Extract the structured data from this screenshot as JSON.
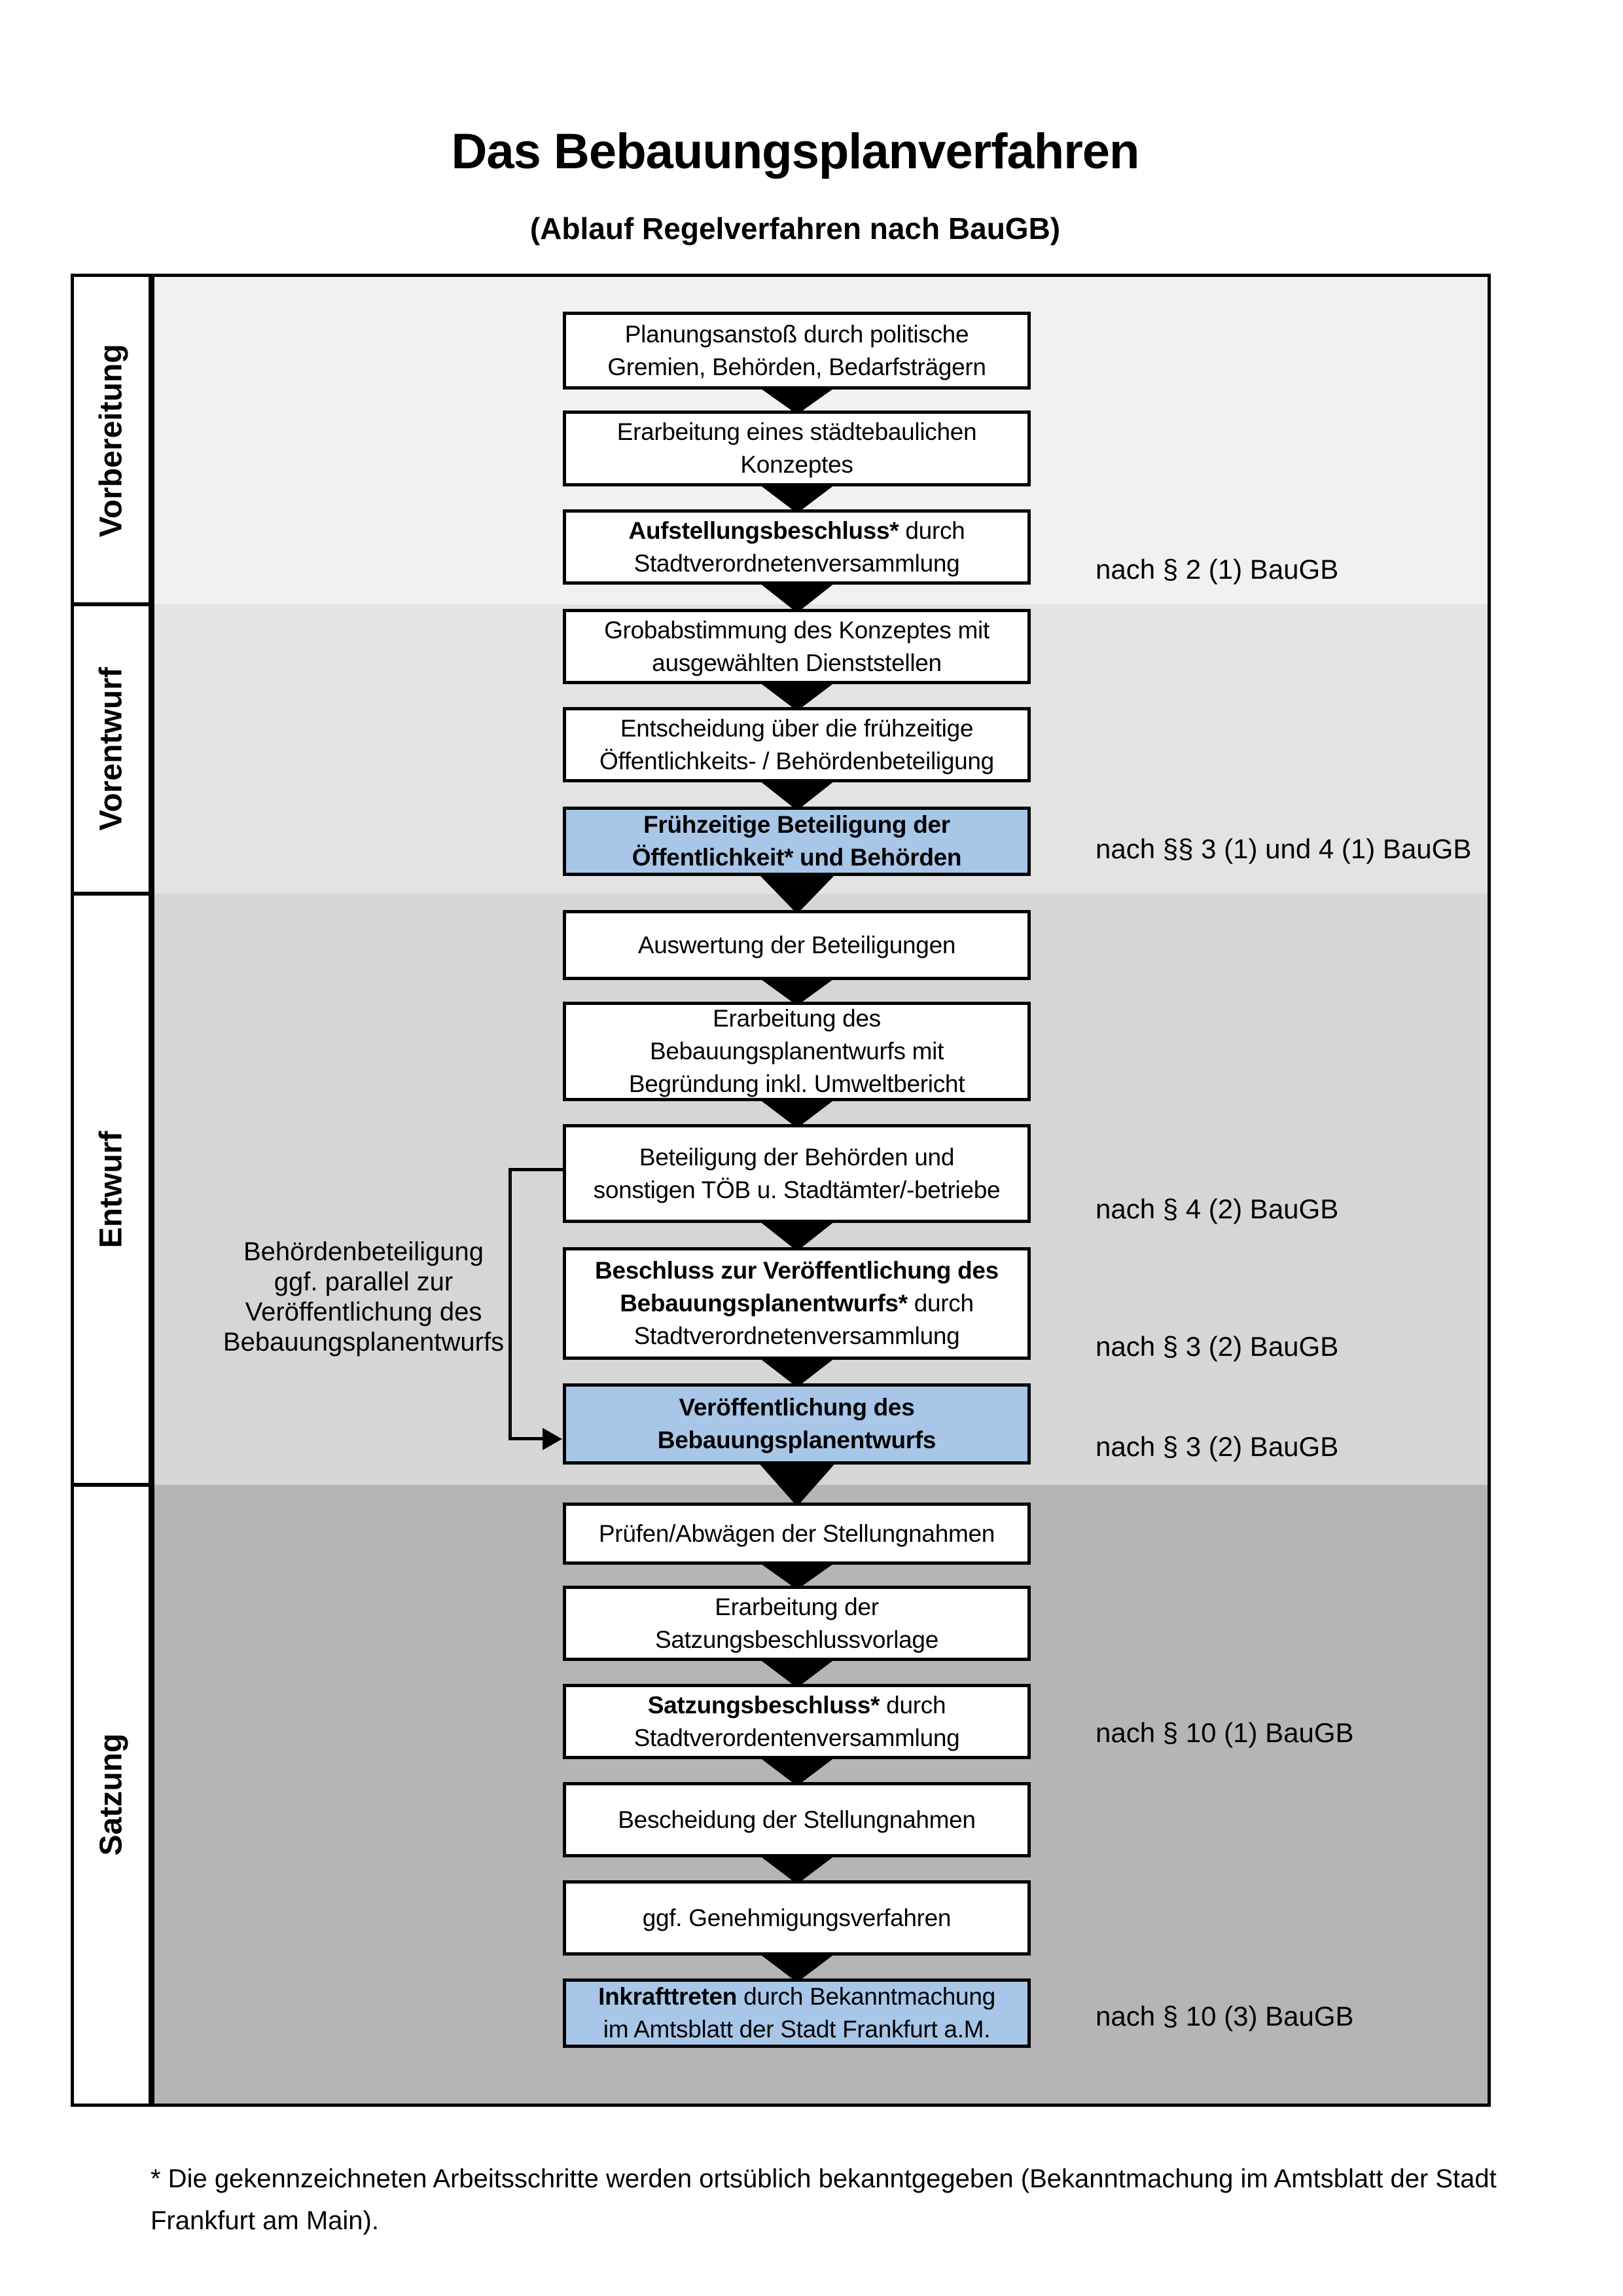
{
  "title": "Das Bebauungsplanverfahren",
  "subtitle": "(Ablauf Regelverfahren nach BauGB)",
  "highlight_color": "#a8c6e8",
  "phases": [
    {
      "label": "Vorbereitung",
      "bg": "#f1f1f1"
    },
    {
      "label": "Vorentwurf",
      "bg": "#e3e3e3"
    },
    {
      "label": "Entwurf",
      "bg": "#d6d6d6"
    },
    {
      "label": "Satzung",
      "bg": "#b5b5b5"
    }
  ],
  "steps": [
    {
      "id": "planungsanstoss",
      "highlight": false,
      "note": "",
      "lines": [
        [
          {
            "t": "Planungsanstoß durch politische",
            "b": false
          }
        ],
        [
          {
            "t": "Gremien, Behörden, Bedarfsträgern",
            "b": false
          }
        ]
      ]
    },
    {
      "id": "staedtebauliches-konzept",
      "highlight": false,
      "note": "",
      "lines": [
        [
          {
            "t": "Erarbeitung eines städtebaulichen",
            "b": false
          }
        ],
        [
          {
            "t": "Konzeptes",
            "b": false
          }
        ]
      ]
    },
    {
      "id": "aufstellungsbeschluss",
      "highlight": false,
      "note": "nach § 2 (1) BauGB",
      "lines": [
        [
          {
            "t": "Aufstellungsbeschluss*",
            "b": true
          },
          {
            "t": " durch",
            "b": false
          }
        ],
        [
          {
            "t": "Stadtverordnetenversammlung",
            "b": false
          }
        ]
      ]
    },
    {
      "id": "grobabstimmung",
      "highlight": false,
      "note": "",
      "lines": [
        [
          {
            "t": "Grobabstimmung des Konzeptes mit",
            "b": false
          }
        ],
        [
          {
            "t": "ausgewählten Dienststellen",
            "b": false
          }
        ]
      ]
    },
    {
      "id": "entscheidung-beteiligung",
      "highlight": false,
      "note": "",
      "lines": [
        [
          {
            "t": "Entscheidung über die frühzeitige",
            "b": false
          }
        ],
        [
          {
            "t": "Öffentlichkeits- / Behördenbeteiligung",
            "b": false
          }
        ]
      ]
    },
    {
      "id": "fruehzeitige-beteiligung",
      "highlight": true,
      "note": "nach §§ 3 (1) und 4 (1) BauGB",
      "lines": [
        [
          {
            "t": "Frühzeitige Beteiligung der",
            "b": true
          }
        ],
        [
          {
            "t": "Öffentlichkeit* und Behörden",
            "b": true
          }
        ]
      ]
    },
    {
      "id": "auswertung-beteiligungen",
      "highlight": false,
      "note": "",
      "lines": [
        [
          {
            "t": "Auswertung der Beteiligungen",
            "b": false
          }
        ]
      ]
    },
    {
      "id": "erarbeitung-bebauungsplanentwurf",
      "highlight": false,
      "note": "",
      "lines": [
        [
          {
            "t": "Erarbeitung des",
            "b": false
          }
        ],
        [
          {
            "t": "Bebauungsplanentwurfs mit",
            "b": false
          }
        ],
        [
          {
            "t": "Begründung inkl. Umweltbericht",
            "b": false
          }
        ]
      ]
    },
    {
      "id": "beteiligung-behoerden",
      "highlight": false,
      "note": "nach § 4 (2) BauGB",
      "lines": [
        [
          {
            "t": "Beteiligung der Behörden und",
            "b": false
          }
        ],
        [
          {
            "t": "sonstigen TÖB u. Stadtämter/-betriebe",
            "b": false
          }
        ]
      ]
    },
    {
      "id": "beschluss-veroeffentlichung",
      "highlight": false,
      "note": "nach § 3 (2) BauGB",
      "lines": [
        [
          {
            "t": "Beschluss zur Veröffentlichung des",
            "b": true
          }
        ],
        [
          {
            "t": "Bebauungsplanentwurfs*",
            "b": true
          },
          {
            "t": " durch",
            "b": false
          }
        ],
        [
          {
            "t": "Stadtverordnetenversammlung",
            "b": false
          }
        ]
      ]
    },
    {
      "id": "veroeffentlichung-entwurf",
      "highlight": true,
      "note": "nach § 3 (2) BauGB",
      "lines": [
        [
          {
            "t": "Veröffentlichung des",
            "b": true
          }
        ],
        [
          {
            "t": "Bebauungsplanentwurfs",
            "b": true
          }
        ]
      ]
    },
    {
      "id": "pruefen-abwaegen",
      "highlight": false,
      "note": "",
      "lines": [
        [
          {
            "t": "Prüfen/Abwägen der Stellungnahmen",
            "b": false
          }
        ]
      ]
    },
    {
      "id": "satzungsbeschlussvorlage",
      "highlight": false,
      "note": "",
      "lines": [
        [
          {
            "t": "Erarbeitung der",
            "b": false
          }
        ],
        [
          {
            "t": "Satzungsbeschlussvorlage",
            "b": false
          }
        ]
      ]
    },
    {
      "id": "satzungsbeschluss",
      "highlight": false,
      "note": "nach § 10 (1) BauGB",
      "lines": [
        [
          {
            "t": "Satzungsbeschluss*",
            "b": true
          },
          {
            "t": " durch",
            "b": false
          }
        ],
        [
          {
            "t": "Stadtverordentenversammlung",
            "b": false
          }
        ]
      ]
    },
    {
      "id": "bescheidung-stellungnahmen",
      "highlight": false,
      "note": "",
      "lines": [
        [
          {
            "t": "Bescheidung der Stellungnahmen",
            "b": false
          }
        ]
      ]
    },
    {
      "id": "genehmigungsverfahren",
      "highlight": false,
      "note": "",
      "lines": [
        [
          {
            "t": "ggf. Genehmigungsverfahren",
            "b": false
          }
        ]
      ]
    },
    {
      "id": "inkrafttreten",
      "highlight": true,
      "note": "nach § 10 (3) BauGB",
      "lines": [
        [
          {
            "t": "Inkrafttreten",
            "b": true
          },
          {
            "t": " durch Bekanntmachung",
            "b": false
          }
        ],
        [
          {
            "t": "im Amtsblatt der Stadt Frankfurt a.M.",
            "b": false
          }
        ]
      ]
    }
  ],
  "side_note": {
    "lines": [
      "Behördenbeteiligung",
      "ggf. parallel zur",
      "Veröffentlichung des",
      "Bebauungsplanentwurfs"
    ]
  },
  "footnote": {
    "lines": [
      "* Die gekennzeichneten Arbeitsschritte werden ortsüblich bekanntgegeben (Bekanntmachung im Amtsblatt  der Stadt",
      "Frankfurt am Main)."
    ]
  }
}
